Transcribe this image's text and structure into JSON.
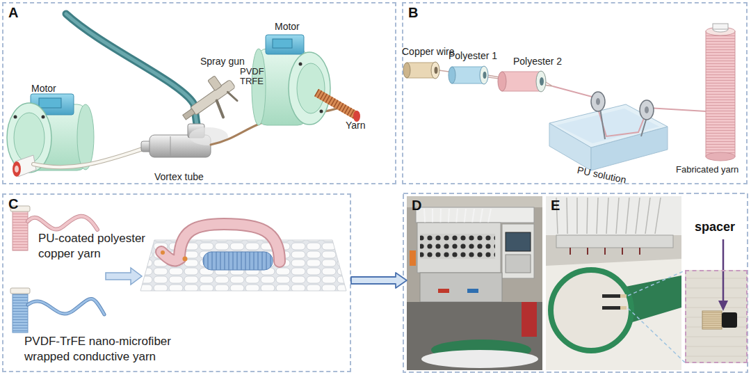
{
  "diagram": {
    "nodes": [
      {
        "text": [
          "A"
        ]
      },
      {
        "text": [
          "B"
        ]
      },
      {
        "text": [
          "C"
        ]
      },
      {
        "text": [
          "D"
        ]
      },
      {
        "text": [
          "E"
        ]
      },
      {
        "text": [
          "spacer"
        ]
      }
    ],
    "edges": [
      {
        "from": 2,
        "to": 3,
        "arrow": "to"
      }
    ],
    "labels": [
      "Motor",
      "Spray gun",
      "PVDF TRFE",
      "Motor",
      "Yarn",
      "Vortex tube",
      "Copper wire",
      "Polyester 1",
      "Polyester 2",
      "PU solution",
      "Fabricated yarn",
      "PU-coated polyester copper yarn",
      "PVDF-TrFE nano-microfiber wrapped conductive yarn"
    ]
  }
}
